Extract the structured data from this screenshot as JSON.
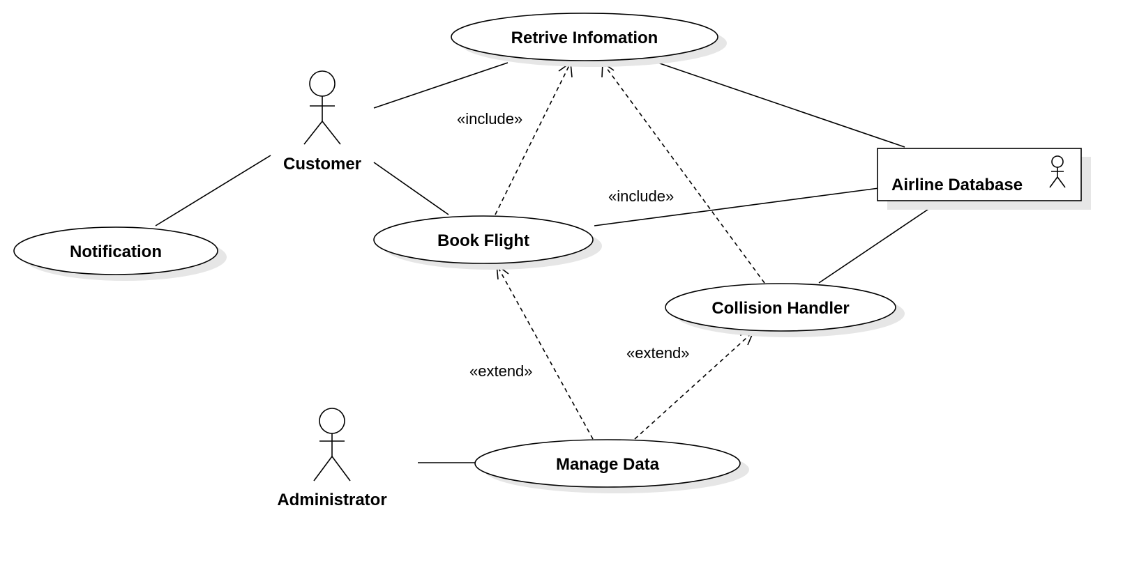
{
  "diagram": {
    "type": "uml-use-case",
    "actors": {
      "customer": "Customer",
      "administrator": "Administrator",
      "airline_database": "Airline Database"
    },
    "use_cases": {
      "retrieve": "Retrive Infomation",
      "book_flight": "Book Flight",
      "notification": "Notification",
      "collision": "Collision Handler",
      "manage_data": "Manage Data"
    },
    "relations": {
      "include_1": "«include»",
      "include_2": "«include»",
      "extend_1": "«extend»",
      "extend_2": "«extend»"
    }
  }
}
